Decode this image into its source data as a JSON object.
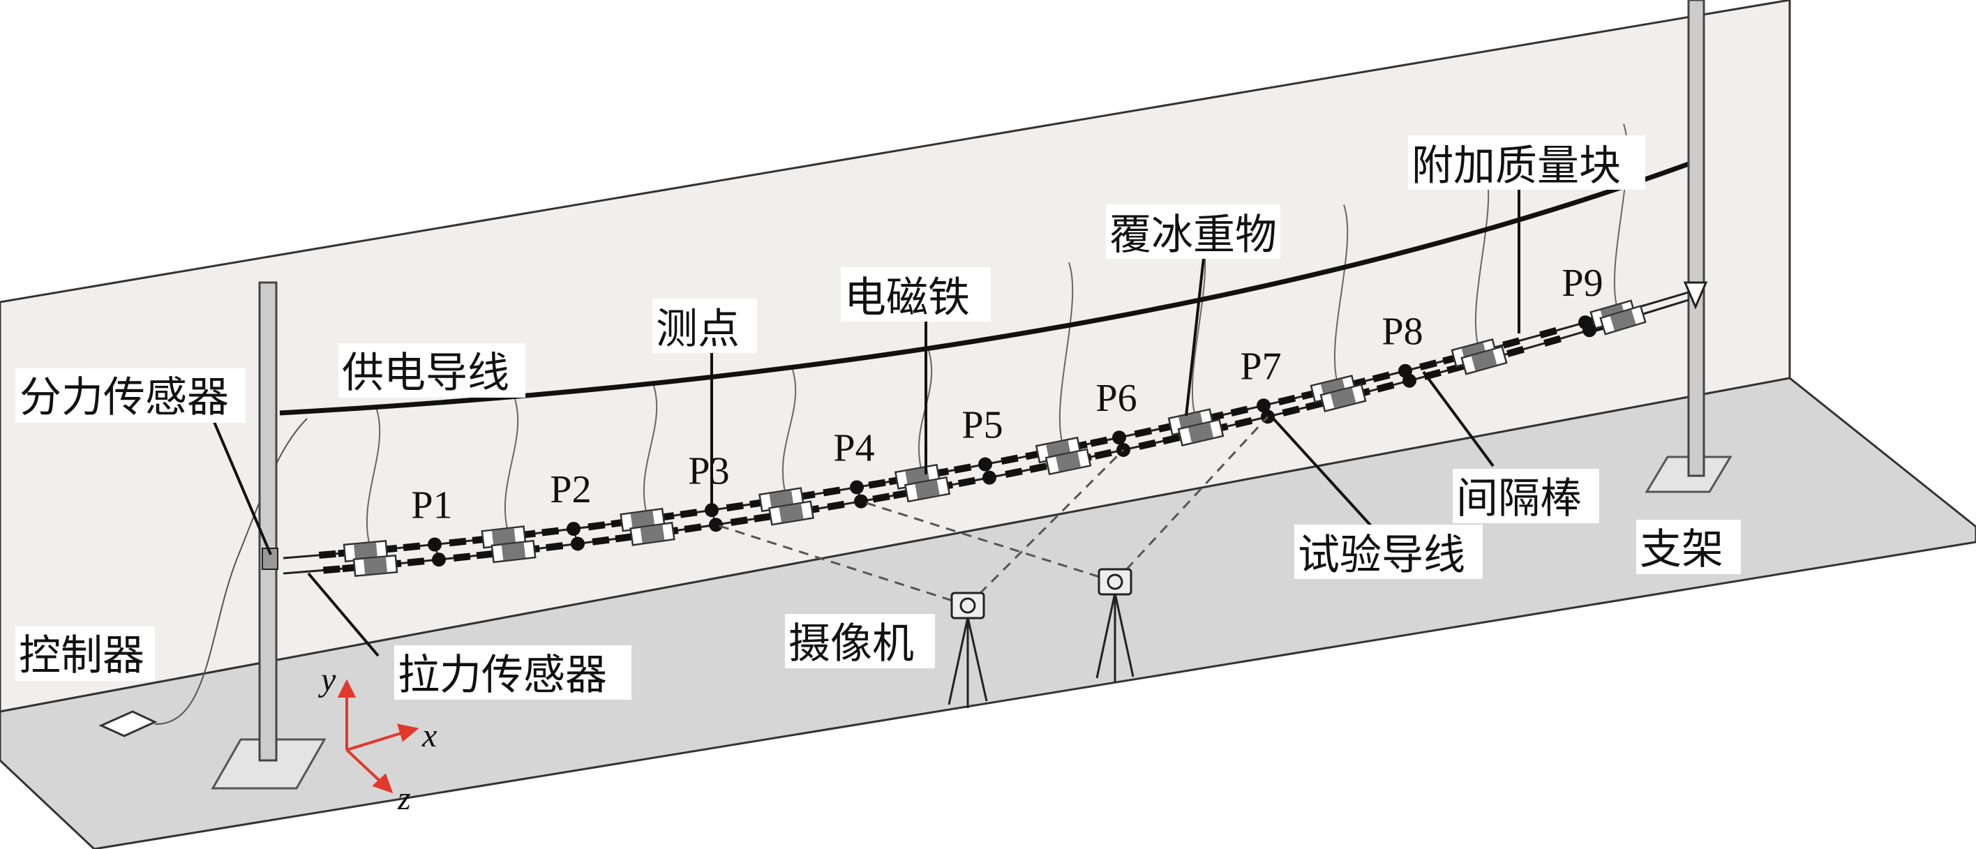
{
  "labels": {
    "force_component_sensor": "分力传感器",
    "supply_wire": "供电导线",
    "measuring_point": "测点",
    "electromagnet": "电磁铁",
    "ice_weight": "覆冰重物",
    "added_mass": "附加质量块",
    "controller": "控制器",
    "tension_sensor": "拉力传感器",
    "camera": "摄像机",
    "test_conductor": "试验导线",
    "spacer": "间隔棒",
    "support": "支架"
  },
  "points": [
    "P1",
    "P2",
    "P3",
    "P4",
    "P5",
    "P6",
    "P7",
    "P8",
    "P9"
  ],
  "axes": {
    "x": "x",
    "y": "y",
    "z": "z"
  },
  "colors": {
    "wall": "#f1efee",
    "floor": "#d6d6d6",
    "axis_arrow": "#e0392b",
    "line": "#111111"
  }
}
